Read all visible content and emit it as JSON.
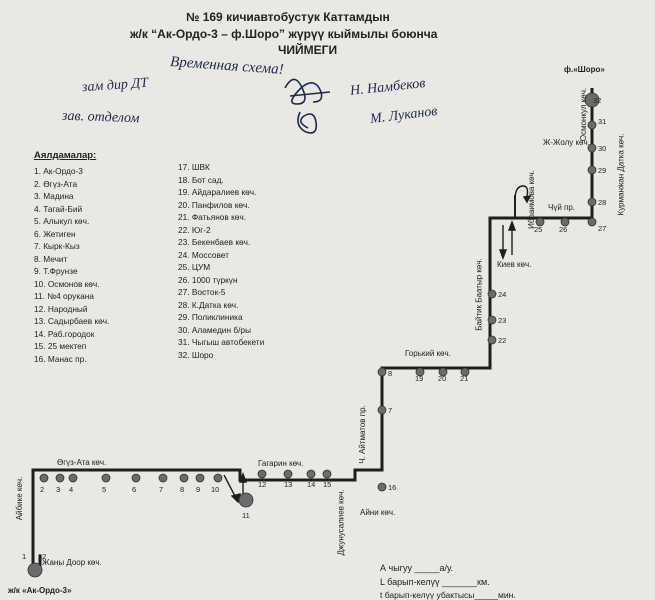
{
  "header": {
    "line1": "№ 169  кичиавтобустук Каттамдын",
    "line2": "ж/к “Ак-Ордо-3 – ф.Шоро” жүрүү кыймылы боюнча",
    "line3": "ЧИЙМЕГИ"
  },
  "handwritten": {
    "note": "Временная схема!",
    "left1": "зам дир ДТ",
    "right1": "Н. Намбеков",
    "left2": "зав. отделом",
    "right2": "М. Луканов"
  },
  "stops_title": "Аялдамалар:",
  "stops_col1": [
    "1. Ак-Ордо-3",
    "2. Өгүз-Ата",
    "3. Мадина",
    "4. Тагай-Бий",
    "5. Алыкул көч.",
    "6. Жетиген",
    "7. Кырк-Кыз",
    "8. Мечит",
    "9. Т.Фрунзе",
    "10. Осмонов көч.",
    "11. №4 орукана",
    "12. Народный",
    "13. Садырбаев көч.",
    "14. Раб.городок",
    "15. 25 мектеп",
    "16. Манас пр."
  ],
  "stops_col2": [
    "17. ШВК",
    "18. Бот сад.",
    "19. Айдаралиев көч.",
    "20. Панфилов көч.",
    "21. Фатьянов көч.",
    "22. Юг-2",
    "23. Бекенбаев көч.",
    "24. Моссовет",
    "25. ЦУМ",
    "26. 1000 түркүн",
    "27. Восток-5",
    "28. К.Датка көч.",
    "29. Поликлиника",
    "30. Аламедин б/ры",
    "31. Чыгыш автобекети",
    "32. Шоро"
  ],
  "map_labels": {
    "oguz_ata": "Өгүз-Ата көч.",
    "gagarin": "Гагарин көч.",
    "aibike": "Айбике көч.",
    "jany_door": "Жаны Доор көч.",
    "ak_ordo": "ж/к «Ак-Ордо-3»",
    "djunusaliev": "Джунусалиев көч.",
    "aini": "Айни көч.",
    "aitmatov": "Ч. Айтматов пр.",
    "gorky": "Горький көч.",
    "baitik": "Байтик Баатыр көч.",
    "kiev": "Киев көч.",
    "ibraimova": "Ибраимова көч.",
    "chui": "Чүй пр.",
    "jjolu": "Ж-Жолу көч.",
    "kurmanjan": "Курманжан Датка көч.",
    "osmonkul": "Осмонкул көч.",
    "shoro": "ф.«Шоро»"
  },
  "stop_numbers": [
    "1",
    "2",
    "3",
    "4",
    "5",
    "6",
    "7",
    "8",
    "9",
    "10",
    "11",
    "12",
    "13",
    "14",
    "15",
    "16",
    "7",
    "8",
    "19",
    "20",
    "21",
    "22",
    "23",
    "24",
    "25",
    "26",
    "27",
    "28",
    "29",
    "30",
    "31",
    "32",
    "32"
  ],
  "footer": {
    "line1": "А чыгуу _____а/у.",
    "line2": "L барып-келүү _______км.",
    "line3": "t барып-келүү убактысы_____мин."
  }
}
